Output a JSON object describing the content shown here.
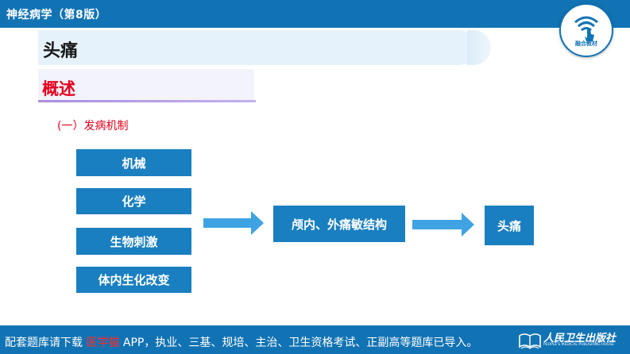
{
  "header": {
    "book_title": "神经病学（第8版）",
    "badge_label": "融合教材"
  },
  "slide": {
    "heading": "头痛",
    "section": "概述",
    "subtitle": "(一）发病机制",
    "causes": [
      "机械",
      "化学",
      "生物刺激",
      "体内生化改变"
    ],
    "structure_label": "颅内、外痛敏结构",
    "result_label": "头痛"
  },
  "footer": {
    "text_before": "配套题库请下载 ",
    "app_name": "医学猫",
    "text_after": " APP，执业、三基、规培、主治、卫生资格考试、正副高等题库已导入。",
    "publisher_name": "人民卫生出版社",
    "publisher_en": "PEOPLE'S MEDICAL PUBLISHING HOUSE"
  },
  "colors": {
    "primary_blue": "#1273b4",
    "box_blue": "#1a7fc0",
    "arrow_blue": "#3fa3e3",
    "accent_red": "#e4001c"
  }
}
